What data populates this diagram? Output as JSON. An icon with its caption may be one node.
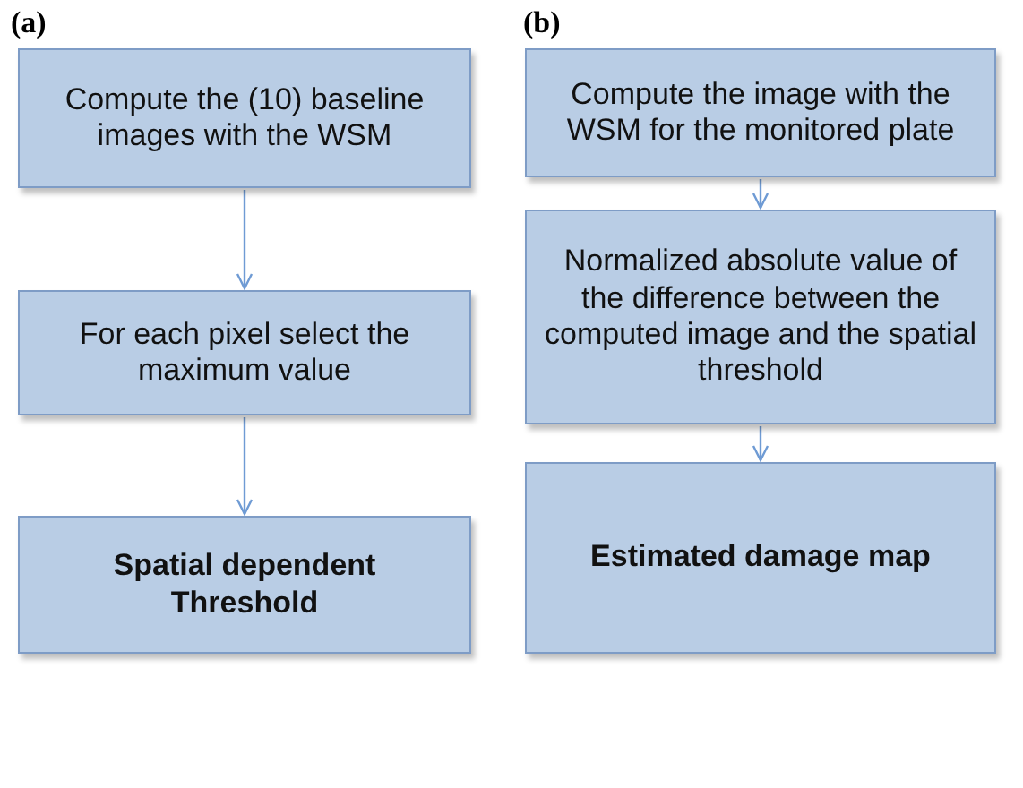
{
  "diagram": {
    "nodes": [
      {
        "text": [
          "Compute the (10) baseline images with the WSM"
        ]
      },
      {
        "text": [
          "For each pixel select the maximum value"
        ]
      },
      {
        "text": [
          "Spatial dependent Threshold"
        ]
      },
      {
        "text": [
          "Compute the image with the WSM for the monitored plate"
        ]
      },
      {
        "text": [
          "Normalized absolute value of the difference between the computed image and the spatial threshold"
        ]
      },
      {
        "text": [
          "Estimated damage map"
        ]
      }
    ],
    "edges": [
      {
        "from": 0,
        "to": 1,
        "arrow": "to"
      },
      {
        "from": 1,
        "to": 2,
        "arrow": "to"
      },
      {
        "from": 3,
        "to": 4,
        "arrow": "to"
      },
      {
        "from": 4,
        "to": 5,
        "arrow": "to"
      }
    ],
    "labels": [
      "(a)",
      "(b)"
    ]
  }
}
